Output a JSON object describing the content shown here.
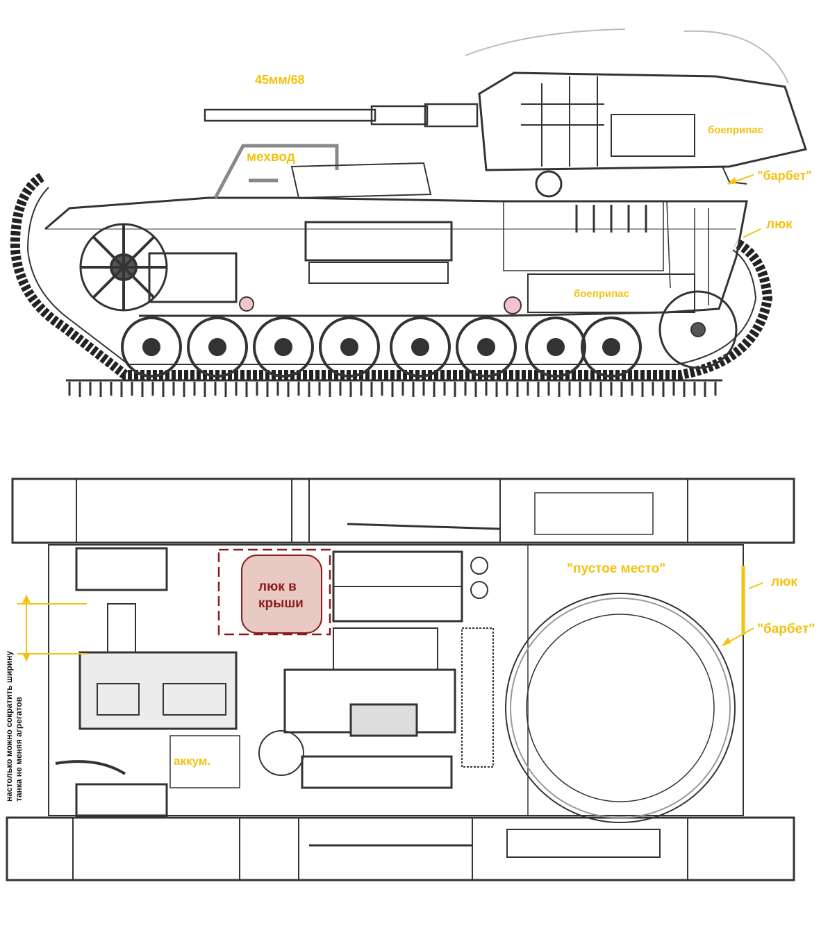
{
  "side_view": {
    "gun_label": "45мм/68",
    "driver_label": "мехвод",
    "ammo_turret_label": "боеприпас",
    "barbette_label": "\"барбет\"",
    "hatch_label": "люк",
    "ammo_hull_label": "боеприпас"
  },
  "top_view": {
    "empty_space_label": "\"пустое место\"",
    "hatch_label": "люк",
    "barbette_label": "\"барбет\"",
    "roof_hatch_label": "люк в крыши",
    "battery_label": "аккум.",
    "width_note_line1": "настолько можно сократить ширину",
    "width_note_line2": "танка не меняя агрегатов"
  },
  "colors": {
    "annotation_yellow": "#f2c20f",
    "hatch_red": "#8b1a1a",
    "hatch_fill": "#e9c9c4",
    "line_dark": "#333333"
  }
}
